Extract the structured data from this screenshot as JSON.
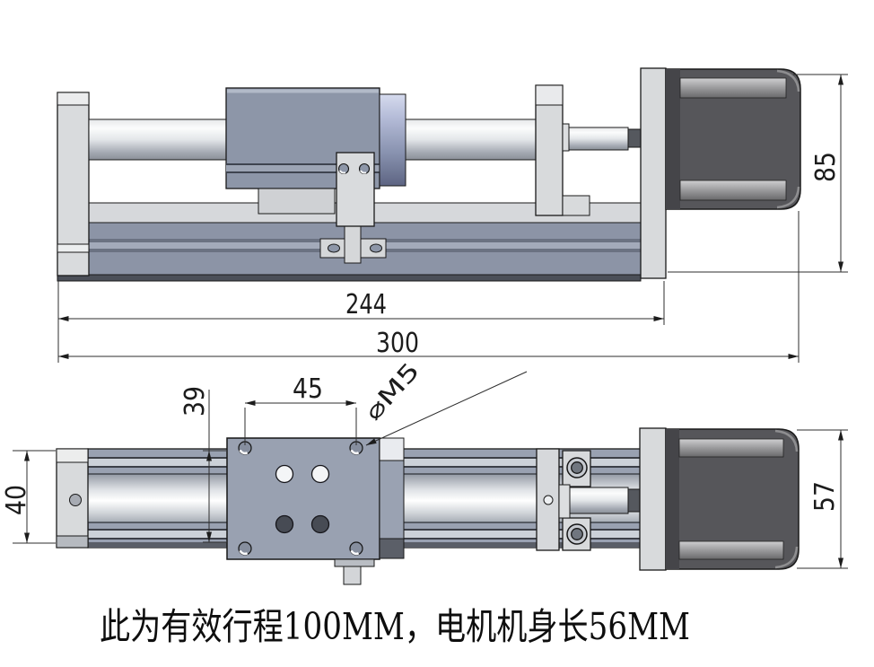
{
  "caption": {
    "text": "此为有效行程100MM，电机机身长56MM"
  },
  "dims": {
    "side": {
      "travel": "244",
      "overall": "300",
      "height": "85"
    },
    "plan": {
      "hole_spacing": "45",
      "hole_offset": "39",
      "rail_width": "40",
      "motor_width": "57",
      "hole_spec": "⌀M5"
    }
  },
  "colors": {
    "part_gray": "#8d96a8",
    "rail_gray": "#99a1b1",
    "panel_light": "#d8dadc",
    "motor_dark": "#56565a",
    "outline": "#1a1a1a",
    "background": "#ffffff"
  }
}
